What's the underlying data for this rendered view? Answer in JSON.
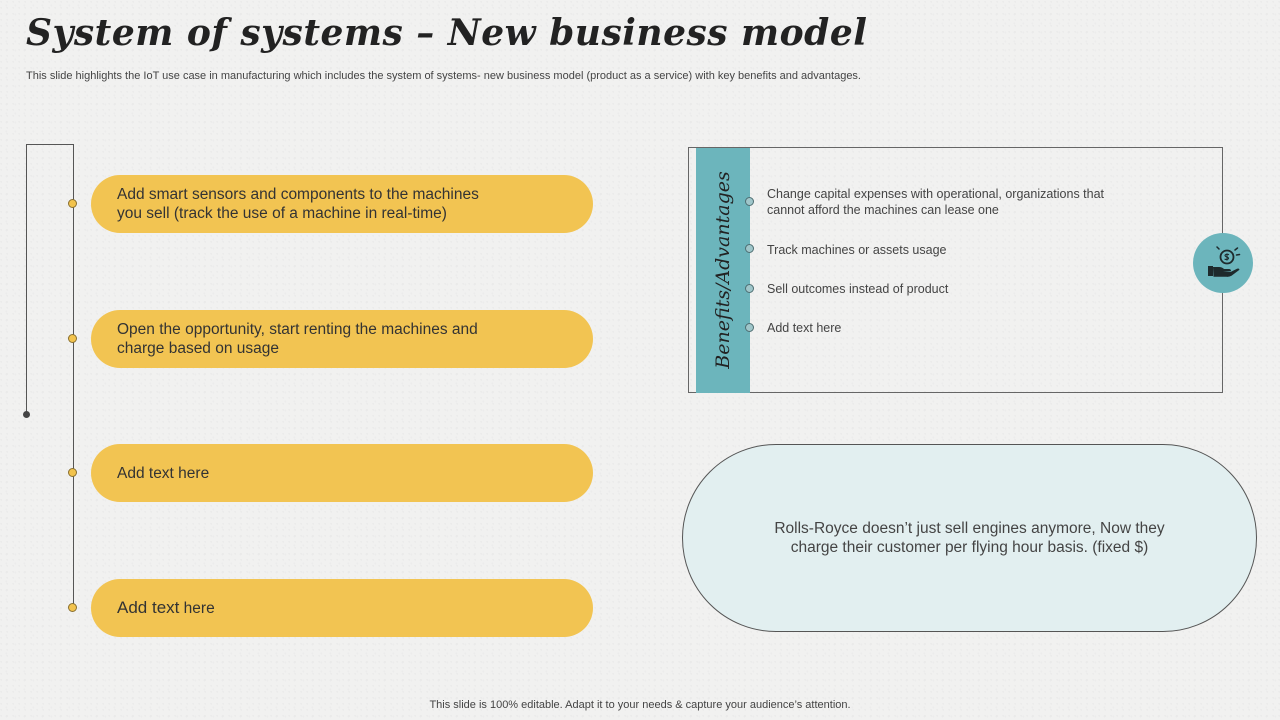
{
  "title": "System of systems – New business model",
  "subtitle": "This slide highlights the IoT use case in manufacturing which includes the system of systems- new business model (product as a service) with key benefits and advantages.",
  "steps": [
    "Add smart sensors and components to the machines you sell (track the use of a machine in real-time)",
    "Open the opportunity, start renting the machines and charge based on usage",
    "Add text here"
  ],
  "step4": {
    "bold": "Add text",
    "rest": " here"
  },
  "benefits": {
    "label": "Benefits/Advantages",
    "items": [
      "Change capital expenses with operational, organizations that cannot afford the machines can lease one",
      "Track machines or assets usage",
      "Sell outcomes instead of product",
      "Add text here"
    ],
    "icon": "money-hand-icon",
    "accent": "#6cb5bc"
  },
  "callout": "Rolls-Royce doesn’t just sell engines anymore, Now they charge their customer per flying hour basis. (fixed $)",
  "footer": "This slide is 100% editable. Adapt it to your needs & capture your audience’s attention.",
  "colors": {
    "pill": "#f2c452",
    "oval": "#e2eff0"
  }
}
